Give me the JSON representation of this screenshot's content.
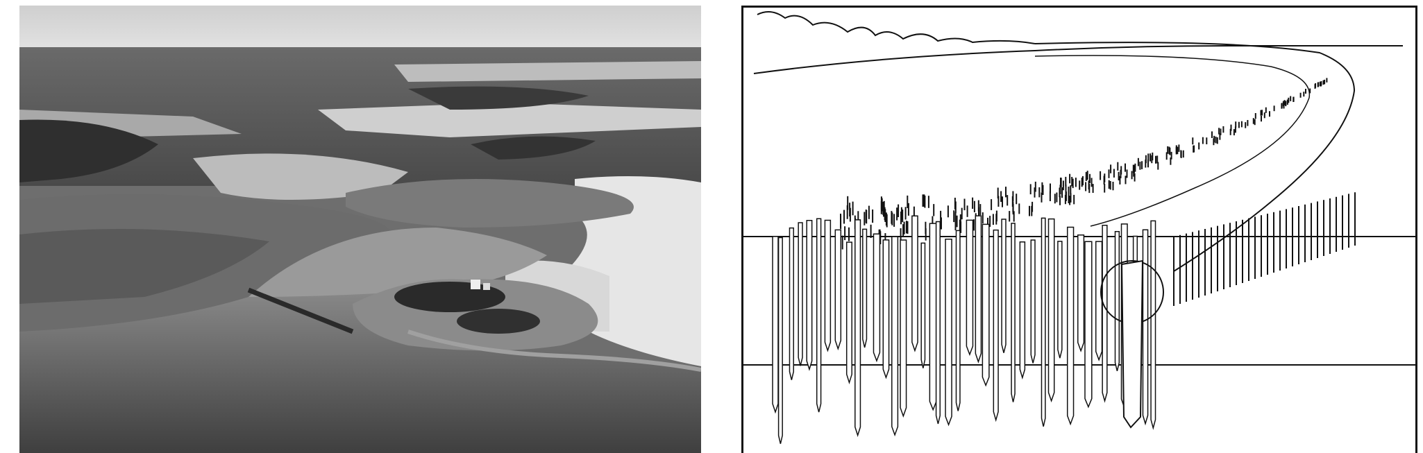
{
  "figure": {
    "panels": [
      {
        "id": "aerial-photo",
        "kind": "photograph",
        "tone": "grayscale"
      },
      {
        "id": "stake-barrier-drawing",
        "kind": "line-drawing",
        "tone": "black-on-white"
      }
    ]
  },
  "colors": {
    "sky": "#d9d9d9",
    "water_dark": "#4d4d4d",
    "water_mid": "#8a8a8a",
    "land_dark": "#3a3a3a",
    "land_light": "#b8b8b8",
    "flood_light": "#e6e6e6",
    "ink": "#111111",
    "paper": "#ffffff"
  },
  "drawing": {
    "front_row_stakes": 42,
    "horizon_lines": 2
  }
}
